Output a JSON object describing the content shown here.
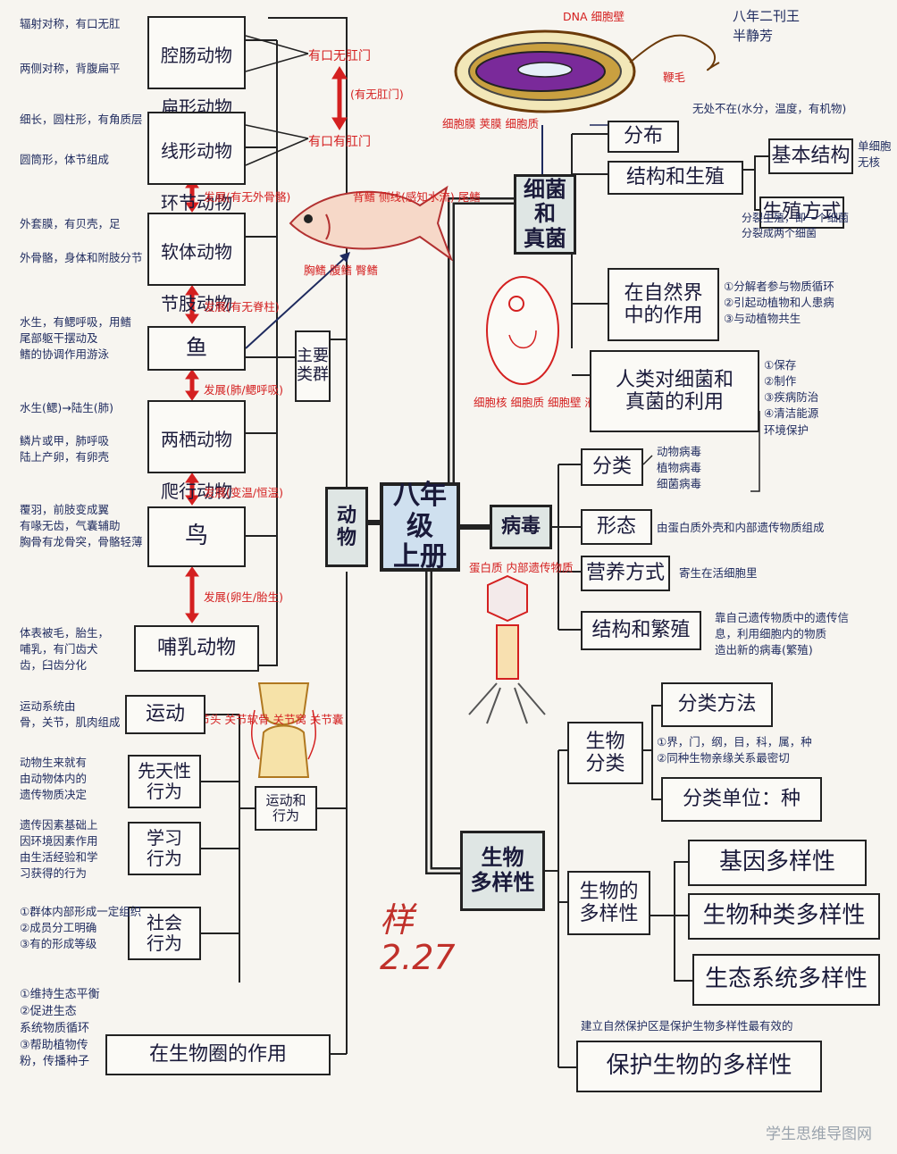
{
  "header_note": "八年二刊王\n半静芳",
  "center": "八年级\n上册",
  "hubs": {
    "animals": "动\n物",
    "bacteria_fungi": "细菌和\n真菌",
    "virus": "病毒",
    "biodiversity": "生物\n多样性"
  },
  "animal_groups": [
    {
      "name": "腔肠动物",
      "note": "辐射对称，有口无肛"
    },
    {
      "name": "扁形动物",
      "note": "两侧对称，背腹扁平"
    },
    {
      "name": "线形动物",
      "note": "细长，圆柱形，有角质层"
    },
    {
      "name": "环节动物",
      "note": "圆筒形，体节组成"
    },
    {
      "name": "软体动物",
      "note": "外套膜，有贝壳，足"
    },
    {
      "name": "节肢动物",
      "note": "外骨骼，身体和附肢分节"
    },
    {
      "name": "鱼",
      "note": "水生，有鳃呼吸，用鳍\n尾部躯干摆动及\n鳍的协调作用游泳"
    },
    {
      "name": "两栖动物",
      "note": "水生(鳃)→陆生(肺)"
    },
    {
      "name": "爬行动物",
      "note": "鳞片或甲，肺呼吸\n陆上产卵，有卵壳"
    },
    {
      "name": "鸟",
      "note": "覆羽，前肢变成翼\n有喙无齿，气囊辅助\n胸骨有龙骨突，骨骼轻薄"
    },
    {
      "name": "哺乳动物",
      "note": "体表被毛，胎生，\n哺乳，有门齿犬\n齿，臼齿分化"
    }
  ],
  "red_labels": {
    "mouth_anus_1": "有口无肛门",
    "mouth_anus_2": "有口有肛门",
    "develop_anus": "(有无肛门)",
    "develop_body": "发展(有无外骨骼)",
    "develop_spine": "发展(有无脊柱)",
    "develop_lung": "发展(肺/鳃呼吸)",
    "develop_temp": "发展(变温/恒温)",
    "develop_birth": "发展(卵生/胎生)",
    "fish_parts": "背鳍  侧线(感知水流)  尾鳍",
    "fish_fins": "胸鳍  腹鳍  臀鳍",
    "bacteria_top": "DNA   细胞壁",
    "bacteria_flag": "鞭毛",
    "bacteria_bottom": "细胞膜  荚膜  细胞质",
    "fungi_parts": "细胞核  细胞质  细胞壁  液泡",
    "virus_parts": "蛋白质  内部遗传物质",
    "joint": "关节头  关节软骨  关节窝  关节囊"
  },
  "groups_label": "主要\n类群",
  "movement": {
    "run": "运动",
    "run_note": "运动系统由\n骨，关节，肌肉组成",
    "innate": "先天性\n行为",
    "innate_note": "动物生来就有\n由动物体内的\n遗传物质决定",
    "learned": "学习\n行为",
    "learned_note": "遗传因素基础上\n因环境因素作用\n由生活经验和学\n习获得的行为",
    "social": "社会\n行为",
    "social_note": "①群体内部形成一定组织\n②成员分工明确\n③有的形成等级",
    "hub": "运动和\n行为",
    "role": "在生物圈的作用",
    "role_note": "①维持生态平衡\n②促进生态\n系统物质循环\n③帮助植物传\n粉，传播种子"
  },
  "bacteria": {
    "distribution": "分布",
    "distribution_note": "无处不在(水分，温度，有机物)",
    "structure": "结构和生殖",
    "basic": "基本结构",
    "basic_note": "单细胞\n无核",
    "reproduce": "生殖方式",
    "reproduce_note": "分裂生殖，即一个细菌\n分裂成两个细菌",
    "nature": "在自然界\n中的作用",
    "nature_note": "①分解者参与物质循环\n②引起动植物和人患病\n③与动植物共生",
    "human": "人类对细菌和\n真菌的利用",
    "human_note": "①保存\n②制作\n③疾病防治\n④清洁能源\n环境保护"
  },
  "virus": {
    "class": "分类",
    "class_note": "动物病毒\n植物病毒\n细菌病毒",
    "shape": "形态",
    "shape_note": "由蛋白质外壳和内部遗传物质组成",
    "nutrition": "营养方式",
    "nutrition_note": "寄生在活细胞里",
    "structure": "结构和繁殖",
    "structure_note": "靠自己遗传物质中的遗传信\n息，利用细胞内的物质\n造出新的病毒(繁殖)"
  },
  "bio": {
    "classify": "生物\n分类",
    "method": "分类方法",
    "method_note": "①界，门，纲，目，科，属，种\n②同种生物亲缘关系最密切",
    "unit": "分类单位：种",
    "diversity": "生物的\n多样性",
    "gene": "基因多样性",
    "species": "生物种类多样性",
    "eco": "生态系统多样性",
    "protect_note": "建立自然保护区是保护生物多样性最有效的",
    "protect": "保护生物的多样性"
  },
  "signature": "样\n2.27",
  "watermark": "学生思维导图网"
}
